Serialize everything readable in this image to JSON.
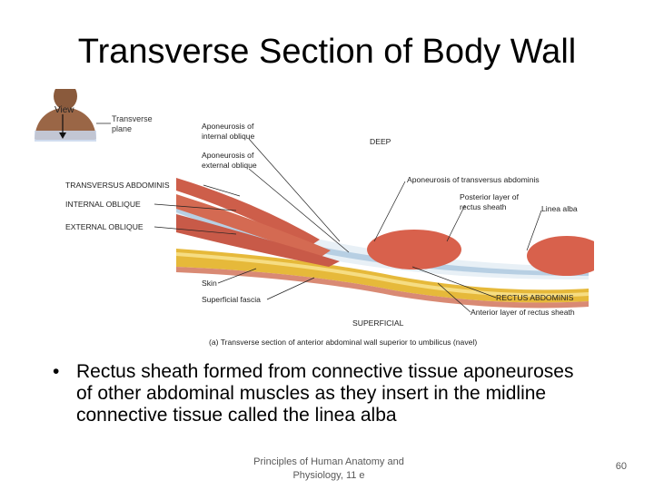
{
  "slide": {
    "title": "Transverse Section of Body Wall",
    "bullet": "Rectus sheath formed from connective tissue aponeuroses of other abdominal muscles as they insert in the midline connective tissue called the linea alba",
    "footer_line1": "Principles of Human Anatomy and",
    "footer_line2": "Physiology, 11 e",
    "page_number": "60"
  },
  "figure": {
    "inset_view": "View",
    "inset_plane_1": "Transverse",
    "inset_plane_2": "plane",
    "labels": {
      "apo_internal_1": "Aponeurosis of",
      "apo_internal_2": "internal oblique",
      "apo_external_1": "Aponeurosis of",
      "apo_external_2": "external oblique",
      "deep": "DEEP",
      "transversus": "TRANSVERSUS ABDOMINIS",
      "internal_oblique": "INTERNAL OBLIQUE",
      "external_oblique": "EXTERNAL OBLIQUE",
      "apo_transversus": "Aponeurosis of transversus abdominis",
      "posterior_1": "Posterior layer of",
      "posterior_2": "rectus sheath",
      "linea_alba": "Linea alba",
      "skin": "Skin",
      "superficial_fascia": "Superficial fascia",
      "rectus_abdominis": "RECTUS ABDOMINIS",
      "anterior_layer": "Anterior layer of rectus sheath",
      "superficial": "SUPERFICIAL",
      "caption": "(a) Transverse section of anterior abdominal wall superior to umbilicus (navel)"
    }
  }
}
